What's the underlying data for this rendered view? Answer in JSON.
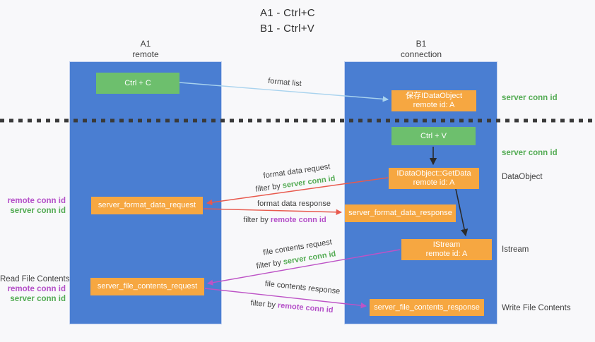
{
  "title": {
    "line1": "A1 - Ctrl+C",
    "line2": "B1 - Ctrl+V"
  },
  "lanes": {
    "left": {
      "name": "A1",
      "role": "remote"
    },
    "right": {
      "name": "B1",
      "role": "connection"
    }
  },
  "boxes": {
    "ctrl_c": "Ctrl + C",
    "ctrl_v": "Ctrl + V",
    "save_idataobject": {
      "title": "保存IDataObject",
      "subtitle": "remote id: A"
    },
    "getdata": {
      "title": "IDataObject::GetData",
      "subtitle": "remote id: A"
    },
    "istream": {
      "title": "IStream",
      "subtitle": "remote id: A"
    },
    "server_format_data_request": "server_format_data_request",
    "server_format_data_response": "server_format_data_response",
    "server_file_contents_request": "server_file_contents_request",
    "server_file_contents_response": "server_file_contents_response"
  },
  "arrow_labels": {
    "format_list": "format list",
    "format_data_request": "format data request",
    "format_data_response": "format data response",
    "file_contents_request": "file contents request",
    "file_contents_response": "file contents response",
    "filter_by": "filter by",
    "server_conn_id": "server conn id",
    "remote_conn_id": "remote conn id"
  },
  "side_labels": {
    "server_conn_id": "server conn id",
    "remote_conn_id": "remote conn id",
    "dataobject": "DataObject",
    "istream": "Istream",
    "read_file_contents": "Read File Contents",
    "write_file_contents": "Write File Contents"
  },
  "colors": {
    "lane_blue": "#4a7ed2",
    "box_green": "#6dbf6d",
    "box_orange": "#f6a741",
    "arrow_red": "#e8594d",
    "arrow_magenta": "#bd53c6",
    "arrow_lightblue": "#a9d3ee",
    "arrow_black": "#2a2a2a",
    "text_green": "#53ab53",
    "text_purple": "#b44fc8",
    "text_dark": "#3f3f3f"
  }
}
